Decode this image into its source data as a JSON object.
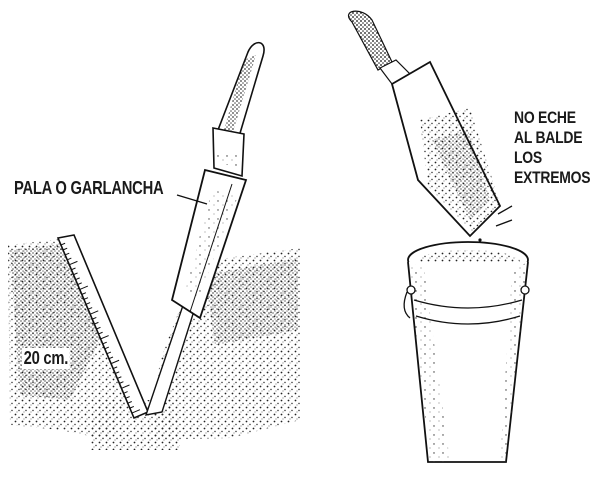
{
  "labels": {
    "tool": "PALA O GARLANCHA",
    "depth": "20 cm.",
    "warning_lines": [
      "NO ECHE",
      "AL BALDE",
      "LOS",
      "EXTREMOS"
    ]
  }
}
